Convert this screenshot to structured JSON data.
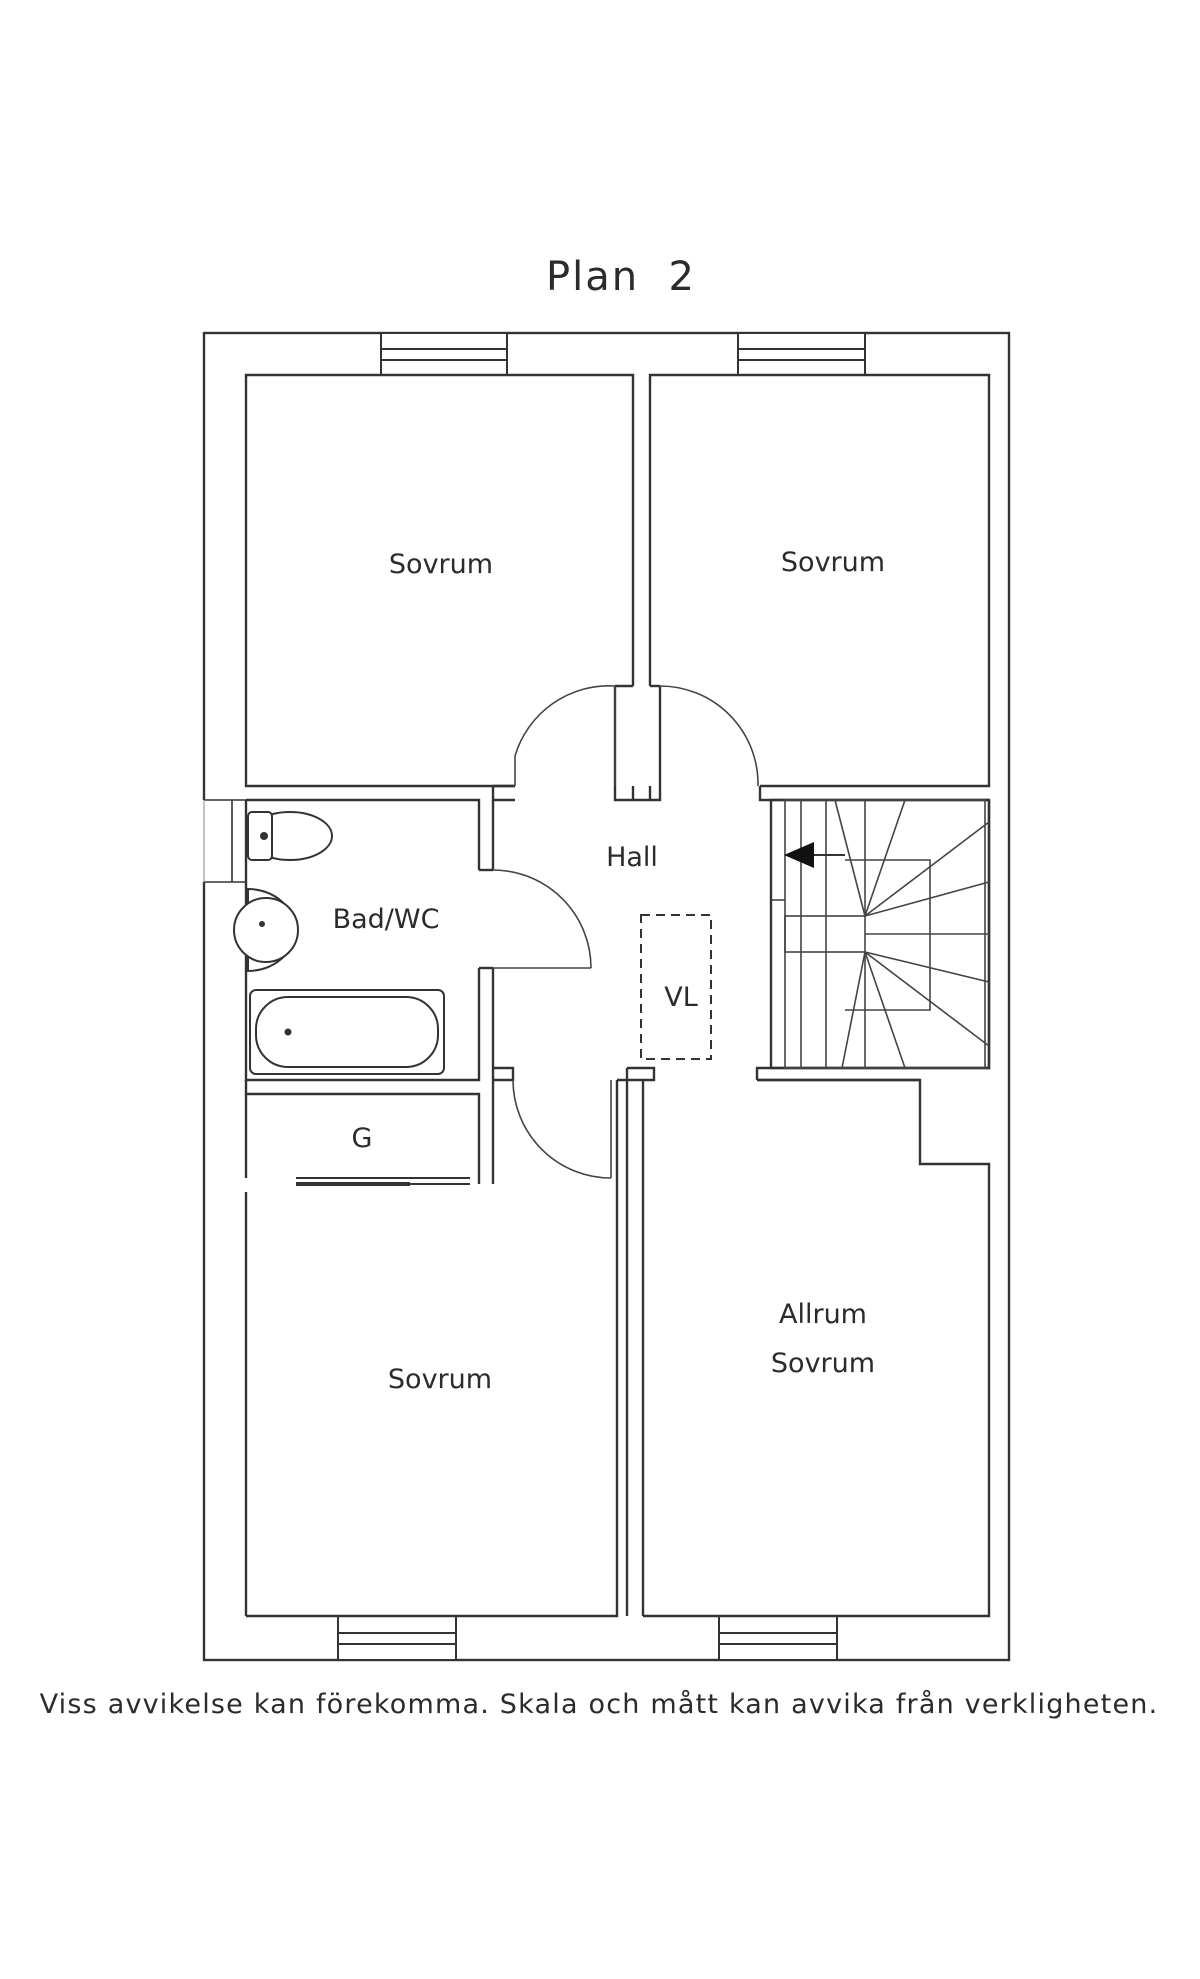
{
  "title": "Plan  2",
  "rooms": {
    "bedroom_top_left": "Sovrum",
    "bedroom_top_right": "Sovrum",
    "hall": "Hall",
    "bathroom": "Bad/WC",
    "linen_closet": "VL",
    "wardrobe": "G",
    "bedroom_bottom_left": "Sovrum",
    "family_room_line1": "Allrum",
    "family_room_line2": "Sovrum"
  },
  "disclaimer": "Viss avvikelse kan förekomma. Skala och mått kan avvika från verkligheten."
}
